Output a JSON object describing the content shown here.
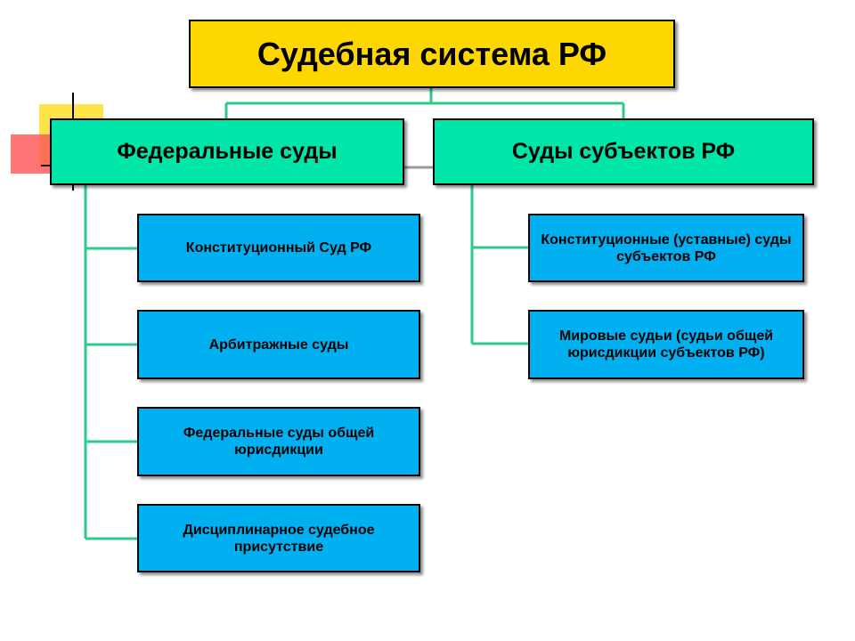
{
  "diagram": {
    "root": {
      "label": "Судебная система РФ"
    },
    "branches": [
      {
        "label": "Федеральные суды",
        "children": [
          "Конституционный Суд РФ",
          "Арбитражные суды",
          "Федеральные суды общей юрисдикции",
          "Дисциплинарное судебное присутствие"
        ]
      },
      {
        "label": "Суды субъектов РФ",
        "children": [
          "Конституционные (уставные) суды субъектов РФ",
          "Мировые судьи (судьи общей юрисдикции субъектов РФ)"
        ]
      }
    ]
  },
  "colors": {
    "root_fill": "#FFD700",
    "level1_fill": "#00E5A8",
    "leaf_fill": "#00B0F0",
    "connector": "#2BCB8B",
    "deco_yellow": "#FFE135",
    "deco_red": "#FF5C5C"
  }
}
